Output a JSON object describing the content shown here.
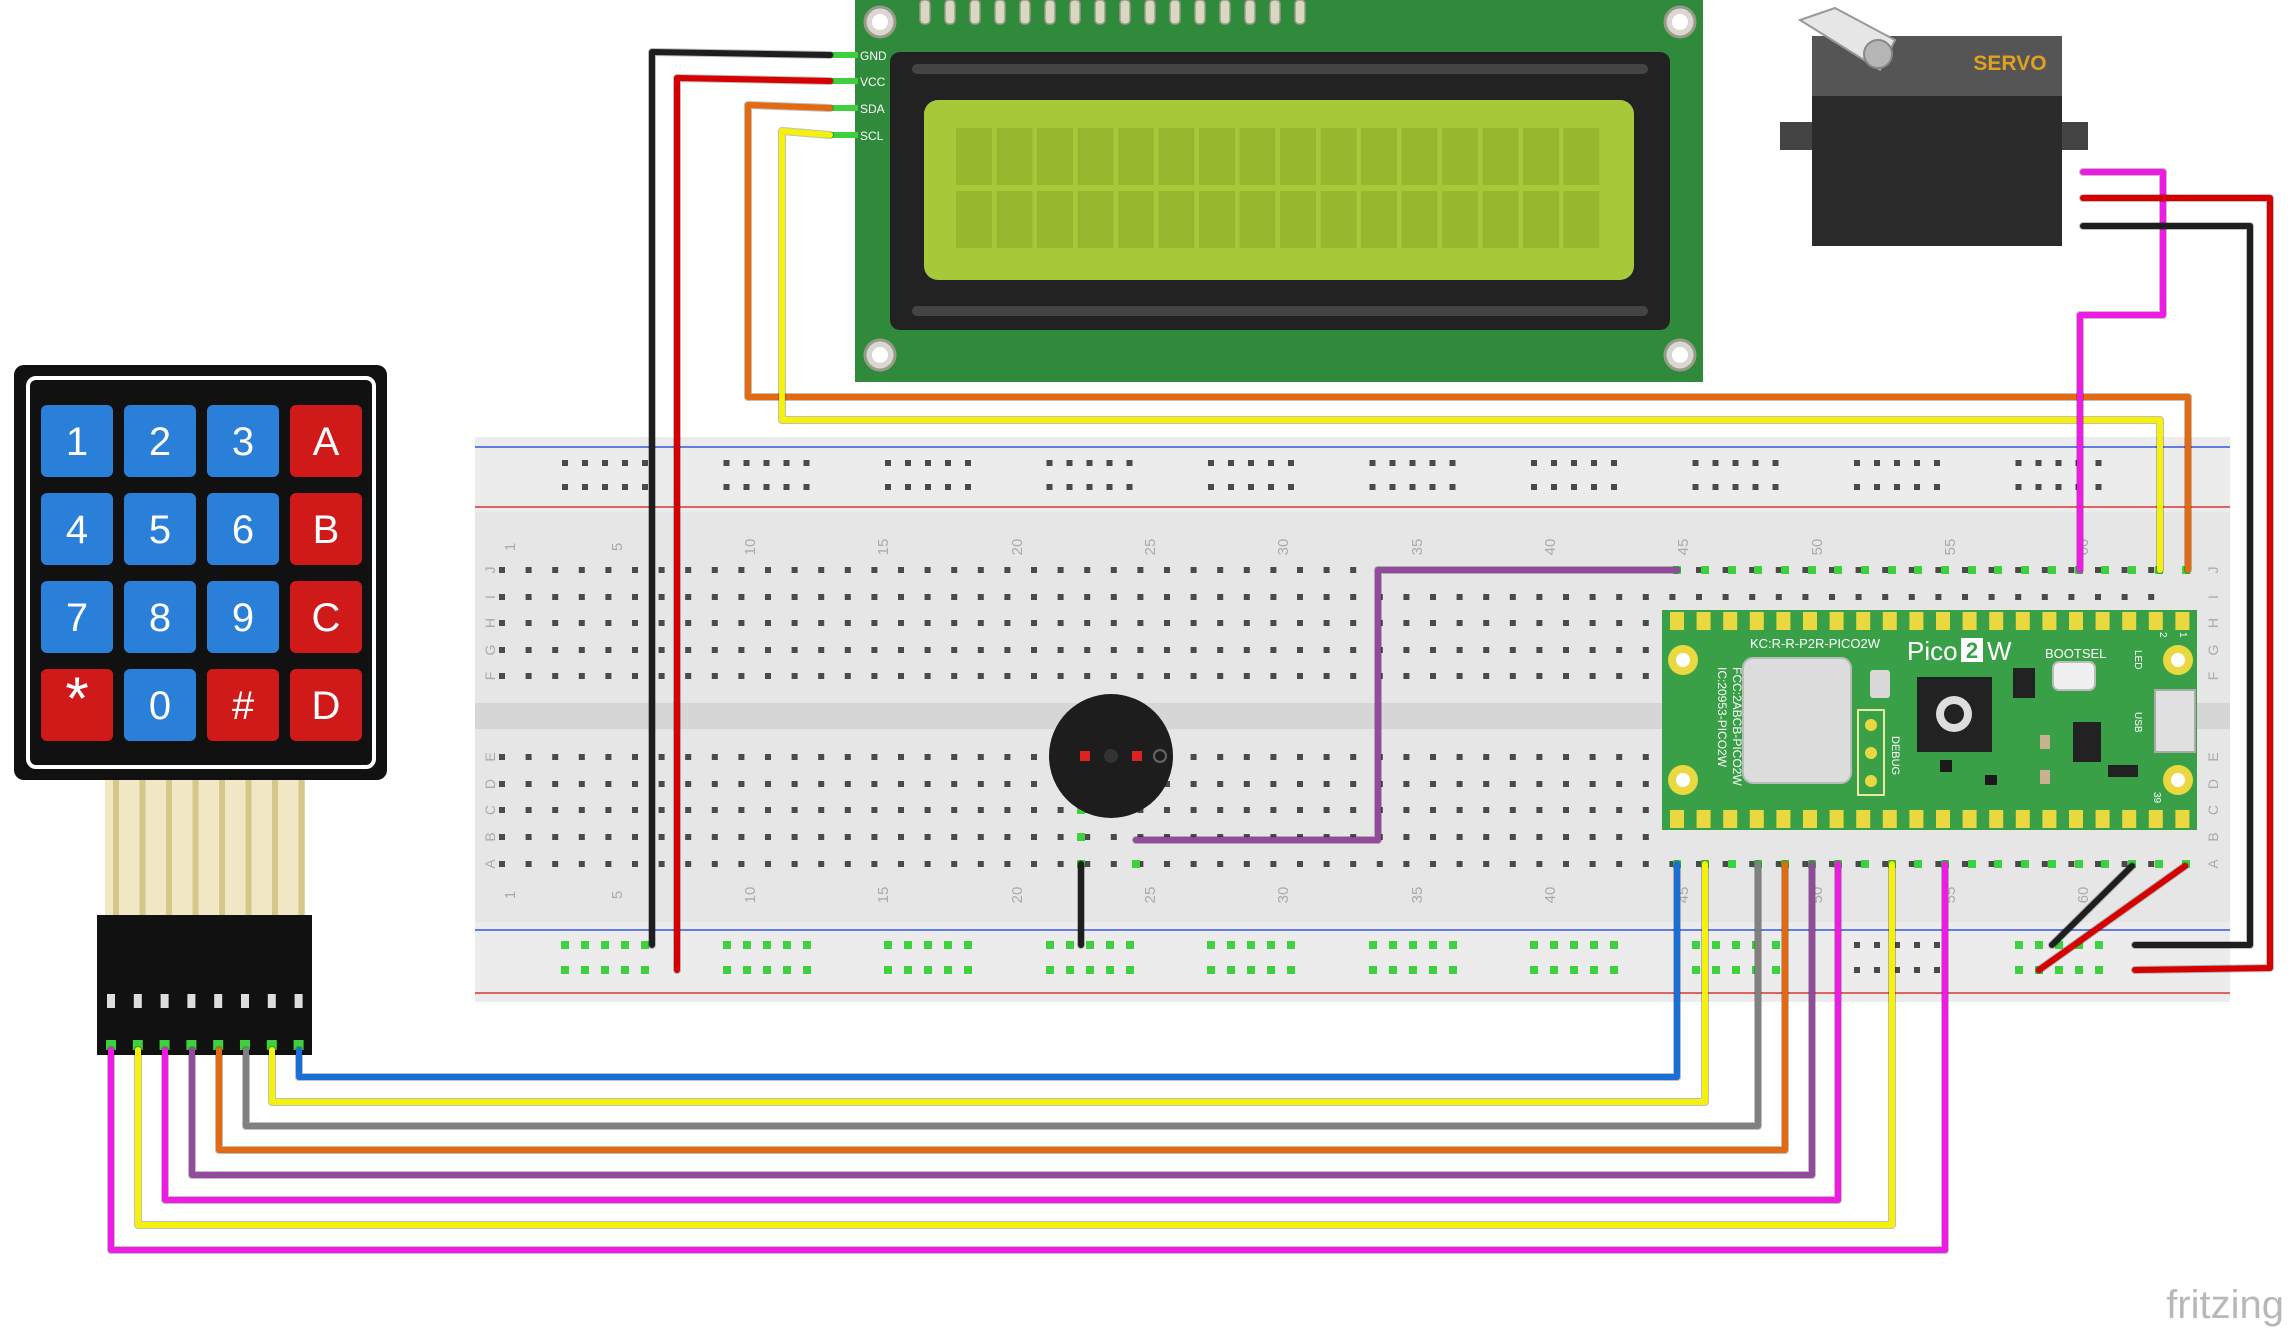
{
  "lcd": {
    "pins": [
      "GND",
      "VCC",
      "SDA",
      "SCL"
    ]
  },
  "servo": {
    "label": "SERVO"
  },
  "keypad": {
    "keys": [
      "1",
      "2",
      "3",
      "A",
      "4",
      "5",
      "6",
      "B",
      "7",
      "8",
      "9",
      "C",
      "*",
      "0",
      "#",
      "D"
    ]
  },
  "breadboard": {
    "col_numbers": [
      "1",
      "5",
      "10",
      "15",
      "20",
      "25",
      "30",
      "35",
      "40",
      "45",
      "50",
      "55",
      "60"
    ],
    "row_letters_top": [
      "J",
      "I",
      "H",
      "G",
      "F"
    ],
    "row_letters_bottom": [
      "E",
      "D",
      "C",
      "B",
      "A"
    ]
  },
  "pico": {
    "title_prefix": "Pico",
    "title_num": "2",
    "title_suffix": "W",
    "model_code": "KC:R-R-P2R-PICO2W",
    "fcc_id": "FCC:2ABCB-PICO2W",
    "ic_id": "IC:20953-PICO2W",
    "bootsel": "BOOTSEL",
    "led": "LED",
    "usb": "USB",
    "debug": "DEBUG",
    "pin_2": "2",
    "pin_1": "1",
    "pin_39": "39"
  },
  "watermark": "fritzing",
  "colors": {
    "board_green": "#2f8a3b",
    "lcd_screen": "#a6c93a",
    "key_blue": "#2a7fd9",
    "key_red": "#d01a1a",
    "pico_green": "#3aa048",
    "breadboard": "#ebebeb"
  }
}
